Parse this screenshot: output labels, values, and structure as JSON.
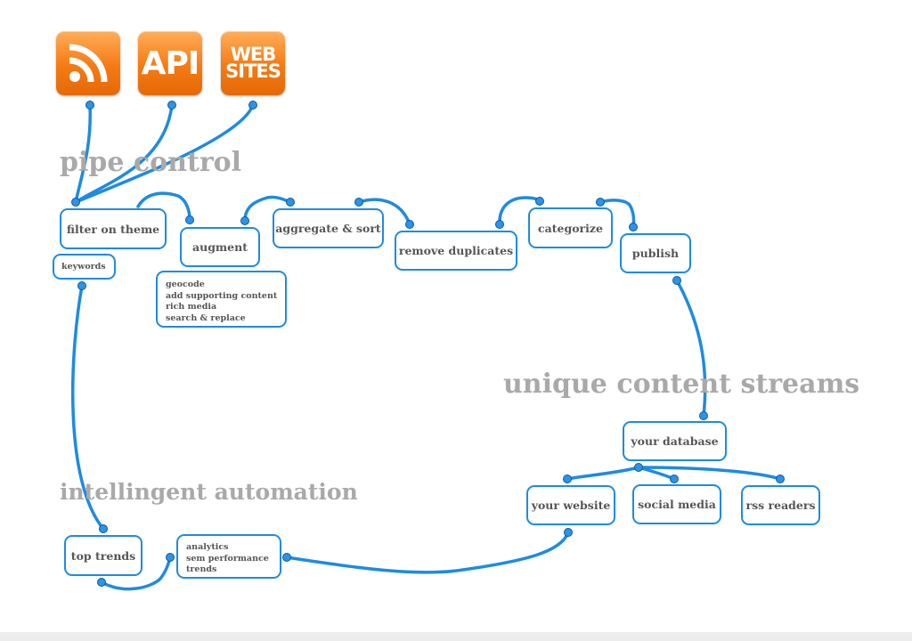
{
  "sources": [
    {
      "id": "rss",
      "icon": "rss-icon",
      "label": ""
    },
    {
      "id": "api",
      "icon": "api-icon",
      "label": "API"
    },
    {
      "id": "websites",
      "icon": "websites-icon",
      "label": "WEB\nSITES"
    }
  ],
  "headings": {
    "pipe_control": "pipe control",
    "intelligent_automation": "intellingent automation",
    "unique_content_streams": "unique content streams"
  },
  "nodes": {
    "filter_on_theme": "filter on theme",
    "keywords": "keywords",
    "augment": "augment",
    "augment_options": [
      "geocode",
      "add supporting content",
      "rich media",
      "search & replace"
    ],
    "aggregate_sort": "aggregate & sort",
    "remove_duplicates": "remove duplicates",
    "categorize": "categorize",
    "publish": "publish",
    "your_database": "your database",
    "your_website": "your website",
    "social_media": "social media",
    "rss_readers": "rss readers",
    "top_trends": "top trends",
    "analytics_options": [
      "analytics",
      "sem performance",
      "trends"
    ]
  },
  "colors": {
    "connector": "#1e8be0",
    "tile_orange": "#f57a12",
    "heading_gray": "#a9a9a9",
    "node_text": "#555555"
  }
}
